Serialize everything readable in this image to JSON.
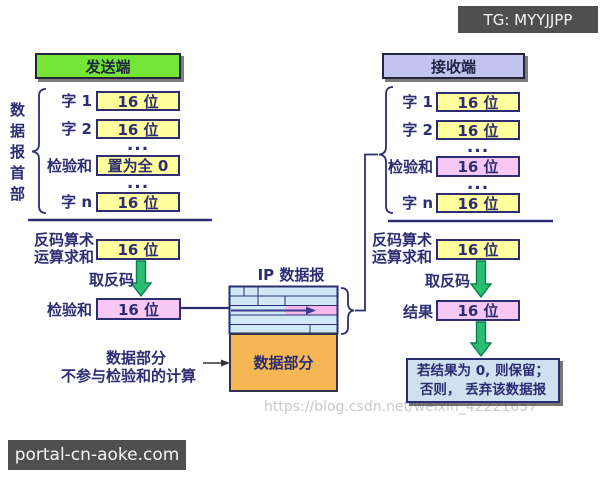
{
  "meta": {
    "tg_badge": "TG: MYYJJPP",
    "site_badge": "portal-cn-aoke.com",
    "url_watermark": "https://blog.csdn.net/weixin_42221657"
  },
  "sender": {
    "title": "发送端",
    "side_label": "数据报首部",
    "rows": [
      {
        "label": "字 1",
        "value": "16 位"
      },
      {
        "label": "字 2",
        "value": "16 位"
      },
      {
        "label": "检验和",
        "value": "置为全 0"
      },
      {
        "label": "字 n",
        "value": "16 位"
      }
    ],
    "dots": "...",
    "sum_label_line1": "反码算术",
    "sum_label_line2": "运算求和",
    "sum_value": "16 位",
    "invert_label": "取反码",
    "checksum_label": "检验和",
    "checksum_value": "16 位"
  },
  "receiver": {
    "title": "接收端",
    "rows": [
      {
        "label": "字 1",
        "value": "16 位"
      },
      {
        "label": "字 2",
        "value": "16 位"
      },
      {
        "label": "检验和",
        "value": "16 位"
      },
      {
        "label": "字 n",
        "value": "16 位"
      }
    ],
    "dots": "...",
    "sum_label_line1": "反码算术",
    "sum_label_line2": "运算求和",
    "sum_value": "16 位",
    "invert_label": "取反码",
    "result_label": "结果",
    "result_value": "16 位",
    "decision_line1": "若结果为 0, 则保留；",
    "decision_line2": "否则， 丢弃该数据报"
  },
  "ip_datagram": {
    "title": "IP 数据报",
    "data_section_label": "数据部分",
    "note_line1": "数据部分",
    "note_line2": "不参与检验和的计算"
  },
  "colors": {
    "navy": "#2d2d73",
    "yellow_box": "#ffff9e",
    "pink_box": "#f8c8f4",
    "sender_green": "#76e636",
    "receiver_lavender": "#c3c3f0",
    "ip_header_blue": "#cfe9f7",
    "ip_checksum_cell_pink": "#f4b8ec",
    "data_orange": "#f6b654",
    "decision_blue": "#cfe0ef",
    "arrow_green": "#2bbd72",
    "badge_gray": "#4f4f4f",
    "watermark_gray": "#c9c9c9"
  }
}
